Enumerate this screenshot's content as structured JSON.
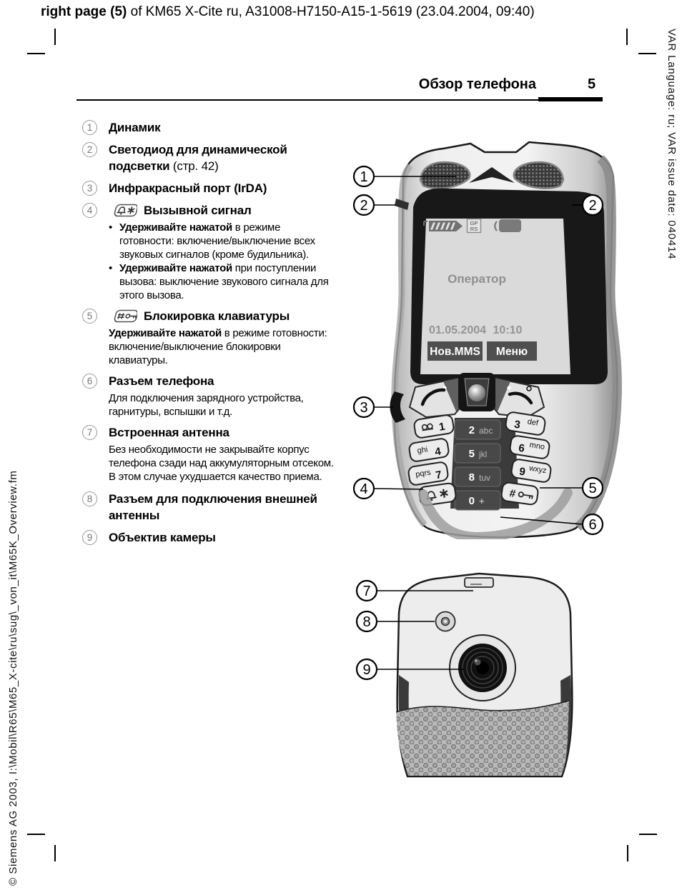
{
  "print_header": {
    "bold": "right page (5)",
    "rest": " of KM65 X-Cite ru, A31008-H7150-A15-1-5619 (23.04.2004, 09:40)"
  },
  "side_notes": {
    "right": "VAR Language: ru; VAR issue date: 040414",
    "left": "© Siemens AG 2003, I:\\Mobil\\R65\\M65_X-cite\\ru\\sug\\_von_it\\M65K_Overview.fm"
  },
  "page_header": {
    "title": "Обзор телефона",
    "page_number": "5"
  },
  "list": {
    "bullet_char": "•",
    "items": [
      {
        "num": "1",
        "title": "Динамик"
      },
      {
        "num": "2",
        "title": "Светодиод для динамической подсветки",
        "suffix": " (стр. 42)"
      },
      {
        "num": "3",
        "title": "Инфракрасный порт (IrDA)"
      },
      {
        "num": "4",
        "title": "Вызывной сигнал",
        "bullets": [
          {
            "bold": "Удерживайте нажатой",
            "rest": " в режиме готовности: включение/выключение всех звуковых сигналов (кроме будильника)."
          },
          {
            "bold": "Удерживайте нажатой",
            "rest": " при поступлении вызова: выключение звукового сигнала для этого вызова."
          }
        ]
      },
      {
        "num": "5",
        "title": "Блокировка клавиатуры",
        "para_bold": "Удерживайте нажатой",
        "para_rest": " в режиме готовности: включение/выключение блокировки клавиатуры."
      },
      {
        "num": "6",
        "title": "Разъем телефона",
        "para": "Для подключения зарядного устройства, гарнитуры, вспышки и т.д."
      },
      {
        "num": "7",
        "title": "Встроенная антенна",
        "para": "Без необходимости не закрывайте корпус телефона сзади над аккумуляторным отсеком. В этом случае ухудшается качество приема."
      },
      {
        "num": "8",
        "title": "Разъем для подключения внешней антенны"
      },
      {
        "num": "9",
        "title": "Объектив камеры"
      }
    ]
  },
  "callout_labels": [
    "1",
    "2",
    "3",
    "4",
    "5",
    "6",
    "7",
    "8",
    "9"
  ],
  "phone_front": {
    "status": {
      "gprs_top": "GP",
      "gprs_bottom": "RS"
    },
    "screen": {
      "operator": "Оператор",
      "date": "01.05.2004",
      "time": "10:10",
      "softkey_left": "Нов.MMS",
      "softkey_right": "Меню"
    },
    "keys": {
      "one": "1",
      "two": "2",
      "two_letters": "abc",
      "three": "3",
      "three_letters": "def",
      "four": "4",
      "four_letters": "ghi",
      "five": "5",
      "five_letters": "jkl",
      "six": "6",
      "six_letters": "mno",
      "seven": "7",
      "seven_letters": "pqrs",
      "eight": "8",
      "eight_letters": "tuv",
      "nine": "9",
      "nine_letters": "wxyz",
      "zero": "0",
      "zero_plus": "+",
      "hash": "#"
    }
  },
  "icons": {
    "ringer_key": "bell-asterisk-key-icon",
    "keypad_lock_key": "hash-lock-key-icon",
    "voicemail": "voicemail-icon",
    "signal": "signal-strength-icon",
    "gprs": "gprs-icon",
    "battery": "battery-icon",
    "call": "call-handset-icon",
    "end": "end-call-power-icon",
    "camera": "camera-lens",
    "flash": "external-antenna-connector"
  },
  "colors": {
    "body_light": "#ededed",
    "body_shadow": "#9a9a9a",
    "bezel_dark": "#181818",
    "screen_gray": "#dadada",
    "softkey_gray": "#4f4f4f",
    "text_gray": "#8f8f8f"
  }
}
